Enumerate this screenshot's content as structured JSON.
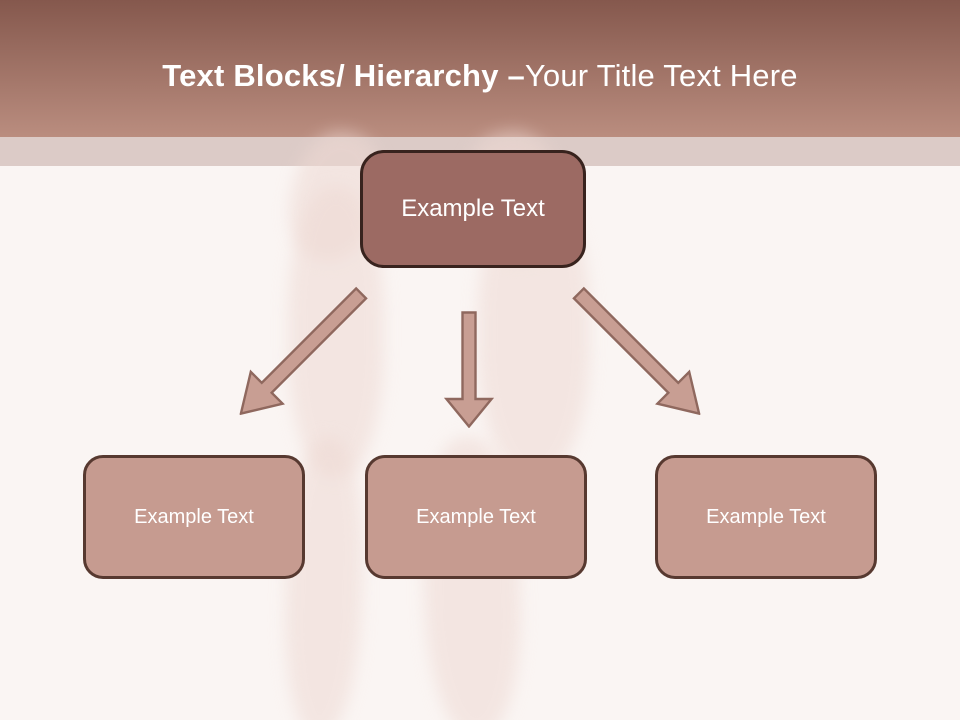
{
  "slide": {
    "title": {
      "primary": "Text Blocks/ Hierarchy –",
      "secondary": "Your Title Text Here"
    },
    "diagram": {
      "root": {
        "label": "Example Text"
      },
      "children": [
        {
          "label": "Example Text"
        },
        {
          "label": "Example Text"
        },
        {
          "label": "Example Text"
        }
      ],
      "arrows": [
        "down-left",
        "down",
        "down-right"
      ]
    }
  },
  "theme": {
    "header_top": "#85584D",
    "header_bottom": "#BA8D7F",
    "divider_strip": "#DCCBC7",
    "canvas_bg": "#FAF5F3",
    "root_fill": "#9C6A63",
    "root_border": "#38231E",
    "child_fill": "#C69B90",
    "child_border": "#573930",
    "arrow_fill": "#C89E93",
    "arrow_stroke": "#8F685E",
    "title_color": "#FFFFFF",
    "figure_tint": "#EED9D3"
  }
}
